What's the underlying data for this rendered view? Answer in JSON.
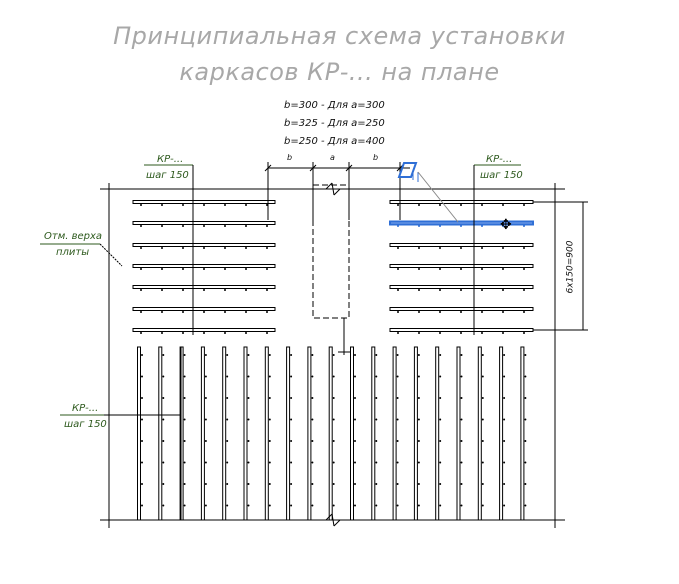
{
  "title": {
    "line1": "Принципиальная схема установки",
    "line2": "каркасов КР-... на плане"
  },
  "notes": [
    "b=300 - Для a=300",
    "b=325 - Для a=250",
    "b=250 - Для a=400"
  ],
  "dim_labels": {
    "b_left": "b",
    "a": "a",
    "b_right": "b",
    "vertical": "6x150=900"
  },
  "callouts": {
    "top_left": {
      "mark": "КР-...",
      "step": "шаг 150"
    },
    "top_right": {
      "mark": "КР-...",
      "step": "шаг 150"
    },
    "bottom_left": {
      "mark": "КР-...",
      "step": "шаг 150"
    },
    "elevation": {
      "line1": "Отм. верха",
      "line2": "плиты"
    }
  },
  "colors": {
    "selected": "#2f6fd6",
    "callout": "#2e5a1e",
    "title": "#a8a8a8"
  }
}
